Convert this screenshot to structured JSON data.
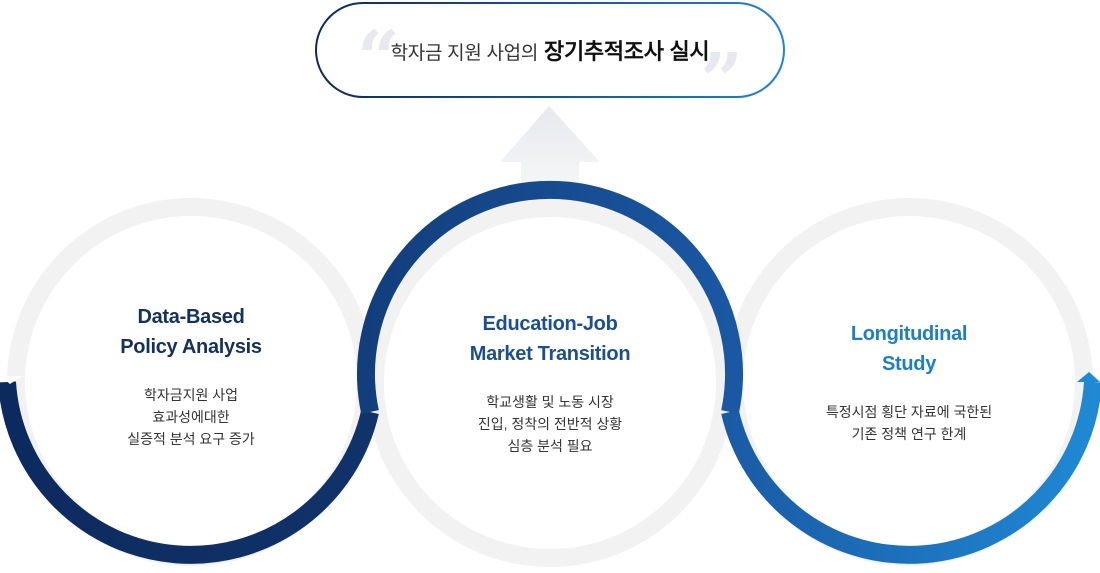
{
  "banner": {
    "text_plain": "학자금 지원 사업의",
    "text_highlight": "장기추적조사 실시"
  },
  "circles": [
    {
      "title_line1": "Data-Based",
      "title_line2": "Policy Analysis",
      "desc": [
        "학자금지원 사업",
        "효과성에대한",
        "실증적 분석 요구 증가"
      ]
    },
    {
      "title_line1": "Education-Job",
      "title_line2": "Market Transition",
      "desc": [
        "학교생활 및 노동 시장",
        "진입, 정착의 전반적 상황",
        "심층 분석 필요"
      ]
    },
    {
      "title_line1": "Longitudinal",
      "title_line2": "Study",
      "desc": [
        "특정시점 횡단 자료에 국한된",
        "기존 정책 연구 한계"
      ]
    }
  ],
  "colors": {
    "ring_grey": "#f2f2f3",
    "navy": "#0c2a5f",
    "blue": "#1a5ba6",
    "light_blue": "#1f88d3",
    "arrow_grey": "#ebedf0"
  }
}
